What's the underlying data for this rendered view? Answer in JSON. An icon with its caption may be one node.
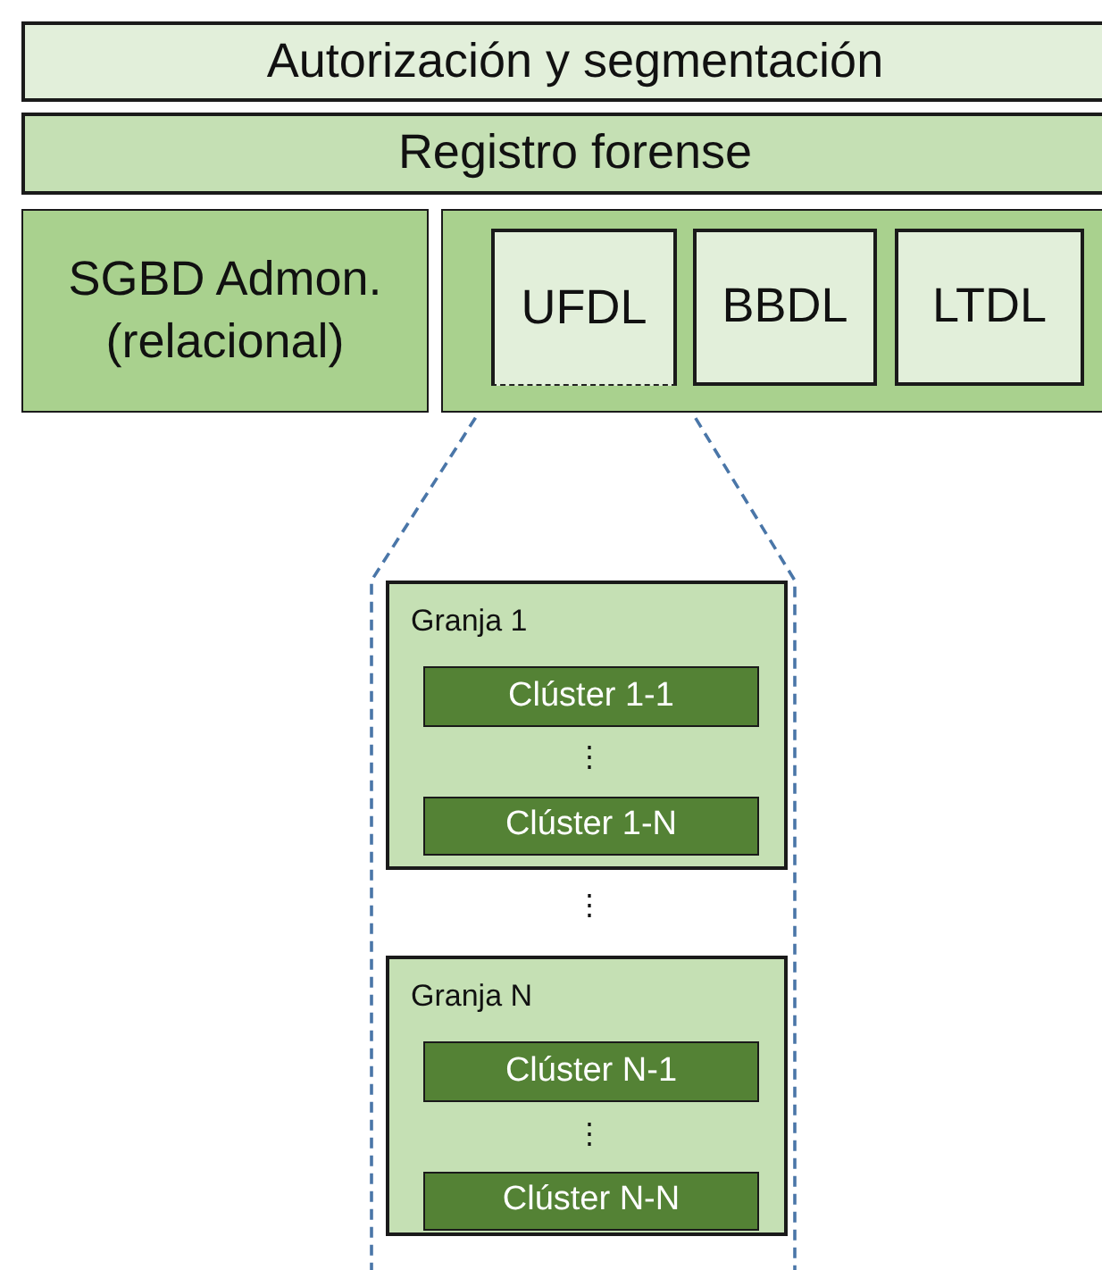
{
  "diagram": {
    "nodes": [
      {
        "text": [
          "Autorización y segmentación"
        ]
      },
      {
        "text": [
          "Registro forense"
        ]
      },
      {
        "text": [
          "SGBD Admon. (relacional)"
        ]
      },
      {
        "text": [],
        "shape": "box"
      },
      {
        "text": [
          "UFDL"
        ],
        "in": 3
      },
      {
        "text": [
          "BBDL"
        ],
        "in": 3
      },
      {
        "text": [
          "LTDL"
        ],
        "in": 3
      },
      {
        "text": [
          "Granja 1"
        ]
      },
      {
        "text": [
          "Clúster 1-1"
        ],
        "in": 7
      },
      {
        "text": [
          "Clúster 1-N"
        ],
        "in": 7
      },
      {
        "text": [
          "Granja N"
        ]
      },
      {
        "text": [
          "Clúster N-1"
        ],
        "in": 10
      },
      {
        "text": [
          "Clúster N-N"
        ],
        "in": 10
      }
    ],
    "edges": [],
    "labels": [
      "⋮",
      "⋮",
      "⋮"
    ]
  }
}
